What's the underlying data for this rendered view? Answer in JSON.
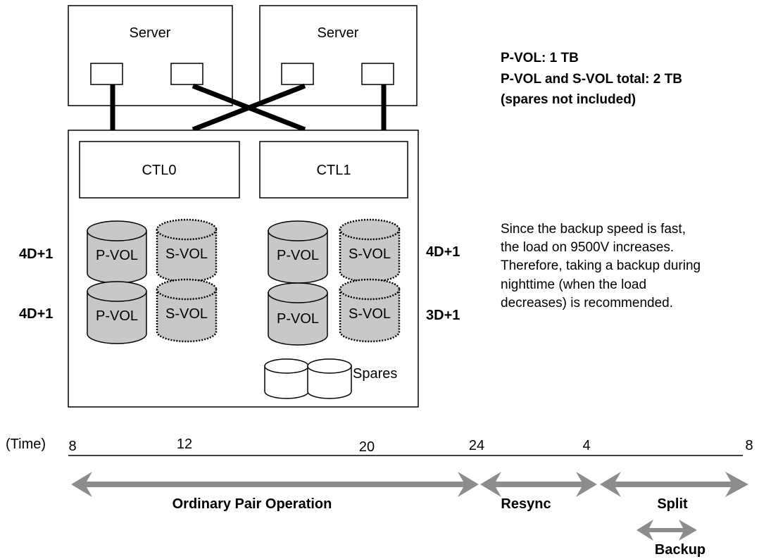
{
  "servers": [
    {
      "label": "Server"
    },
    {
      "label": "Server"
    }
  ],
  "controllers": [
    {
      "label": "CTL0"
    },
    {
      "label": "CTL1"
    }
  ],
  "volumes": {
    "primary_label": "P-VOL",
    "secondary_label": "S-VOL"
  },
  "raid_groups": {
    "left_top": "4D+1",
    "left_bottom": "4D+1",
    "right_top": "4D+1",
    "right_bottom": "3D+1"
  },
  "spares_label": "Spares",
  "capacity_note": {
    "line1": "P-VOL: 1 TB",
    "line2": "P-VOL and S-VOL total: 2 TB",
    "line3": "(spares not included)"
  },
  "performance_note": {
    "line1": "Since the backup speed is fast,",
    "line2": "the load on 9500V increases.",
    "line3": "Therefore, taking a backup during",
    "line4": "nighttime (when the load",
    "line5": "decreases) is recommended."
  },
  "timeline": {
    "label": "(Time)",
    "ticks": [
      "8",
      "12",
      "20",
      "24",
      "4",
      "8"
    ]
  },
  "phases": {
    "ordinary": "Ordinary Pair Operation",
    "resync": "Resync",
    "split": "Split",
    "backup": "Backup"
  },
  "colors": {
    "volume_fill": "#c8c8c8",
    "arrow": "#8c8c8c",
    "line": "#000000"
  }
}
